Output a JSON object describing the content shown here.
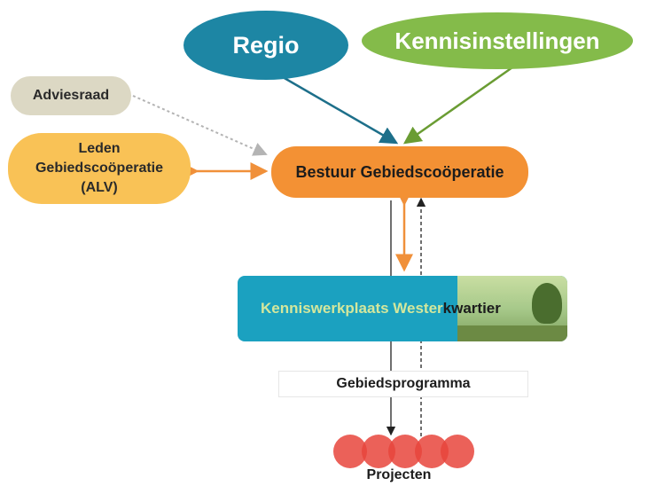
{
  "nodes": {
    "regio": "Regio",
    "kennisinstellingen": "Kennisinstellingen",
    "adviesraad": "Adviesraad",
    "leden_line1": "Leden",
    "leden_line2": "Gebiedscoöperatie",
    "leden_line3": "(ALV)",
    "bestuur": "Bestuur Gebiedscoöperatie",
    "kenniswerkplaats_part1": "Kenniswerkplaats Wester",
    "kenniswerkplaats_part2": "kwartier",
    "gebiedsprogramma": "Gebiedsprogramma",
    "projecten": "Projecten"
  },
  "colors": {
    "regio": "#1d86a4",
    "kennisinstellingen": "#84bb4a",
    "adviesraad": "#dcd8c4",
    "leden": "#f9c256",
    "bestuur": "#f39134",
    "kenniswerkplaats": "#1ba1c0",
    "projecten": "#e8453c"
  }
}
